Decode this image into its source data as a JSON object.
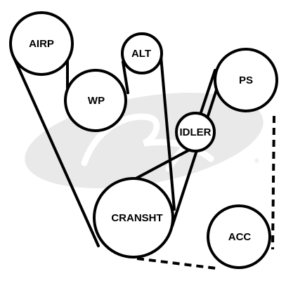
{
  "pulleys": {
    "airp": "AIRP",
    "wp": "WP",
    "alt": "ALT",
    "idler": "IDLER",
    "ps": "PS",
    "cranksht": "CRANSHT",
    "acc": "ACC"
  },
  "watermark_mark": "®"
}
